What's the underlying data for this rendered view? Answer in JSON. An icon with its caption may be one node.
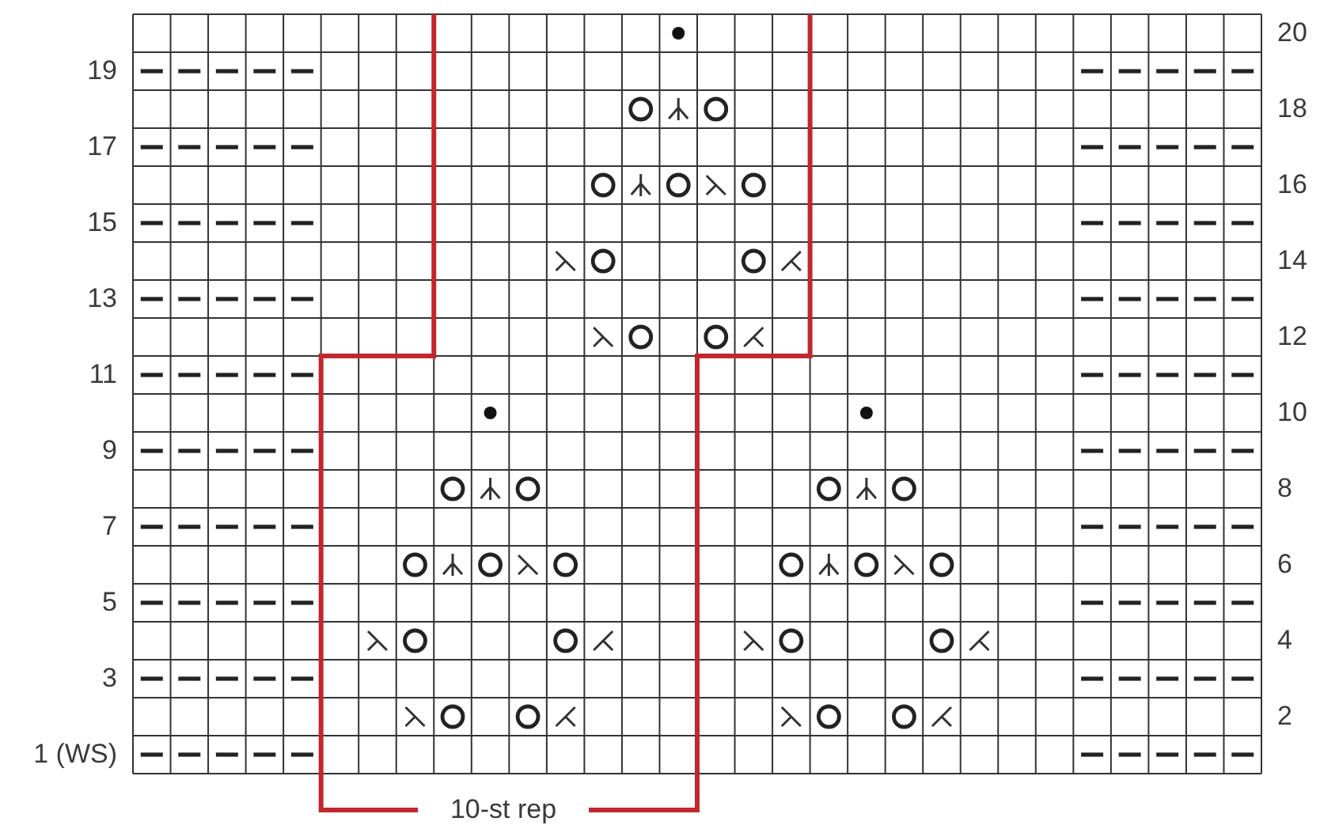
{
  "diagram": {
    "labels": [
      "20",
      "19",
      "18",
      "17",
      "16",
      "15",
      "14",
      "13",
      "12",
      "11",
      "10",
      "9",
      "8",
      "7",
      "6",
      "5",
      "4",
      "3",
      "2",
      "1 (WS)",
      "10-st rep"
    ]
  }
}
